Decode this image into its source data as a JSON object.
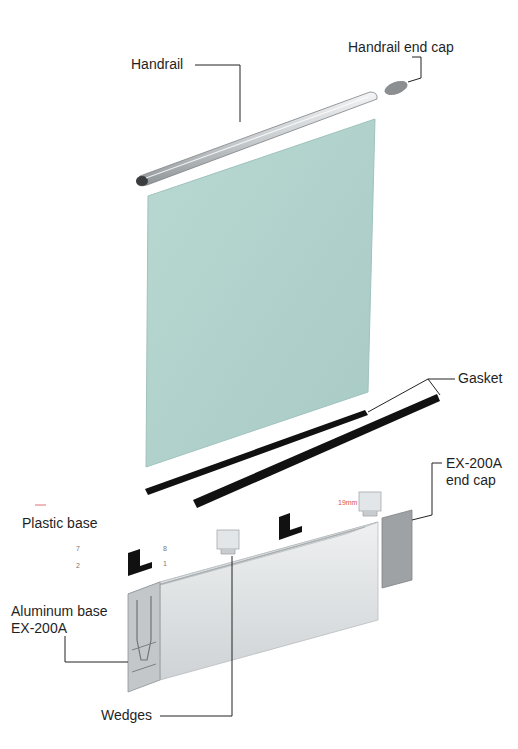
{
  "diagram": {
    "labels": [
      "Handrail",
      "Handrail end cap",
      "Gasket",
      "EX-200A end cap",
      "Plastic base",
      "Aluminum base EX-200A",
      "Wedges",
      "7",
      "8",
      "2",
      "1",
      "19mm"
    ]
  }
}
